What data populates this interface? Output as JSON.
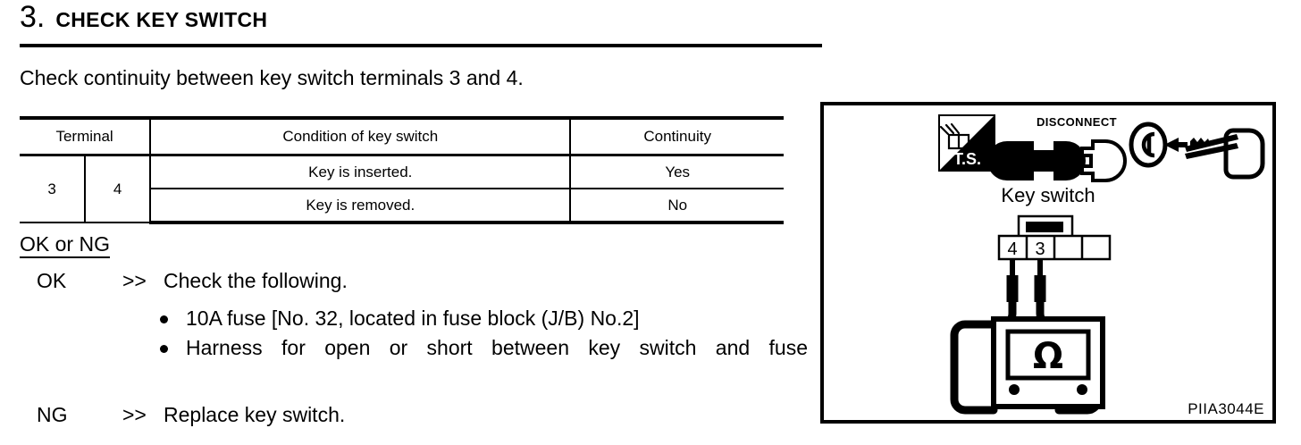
{
  "heading": {
    "number": "3.",
    "title": "CHECK KEY SWITCH"
  },
  "intro": "Check continuity between key switch terminals 3 and 4.",
  "table": {
    "headers": [
      "Terminal",
      "Condition of key switch",
      "Continuity"
    ],
    "terminals": [
      "3",
      "4"
    ],
    "rows": [
      {
        "condition": "Key is inserted.",
        "continuity": "Yes"
      },
      {
        "condition": "Key is removed.",
        "continuity": "No"
      }
    ]
  },
  "result": {
    "title": "OK or NG",
    "ok": {
      "label": "OK",
      "arrow": ">>",
      "text": "Check the following.",
      "bullets": [
        "10A fuse [No. 32, located in fuse block (J/B) No.2]",
        "Harness for open or short between key switch and fuse"
      ]
    },
    "ng": {
      "label": "NG",
      "arrow": ">>",
      "text": "Replace key switch."
    }
  },
  "diagram": {
    "icons": {
      "tool_symbol": "T.S.",
      "disconnect_label": "DISCONNECT",
      "connector_icon": "plug-disconnect-icon",
      "key_icon": "key-insert-icon"
    },
    "component_label": "Key switch",
    "connector_pins": [
      "4",
      "3",
      "",
      ""
    ],
    "meter_symbol": "Ω",
    "figure_id": "PIIA3044E"
  },
  "colors": {
    "ink": "#000000",
    "paper": "#ffffff"
  }
}
